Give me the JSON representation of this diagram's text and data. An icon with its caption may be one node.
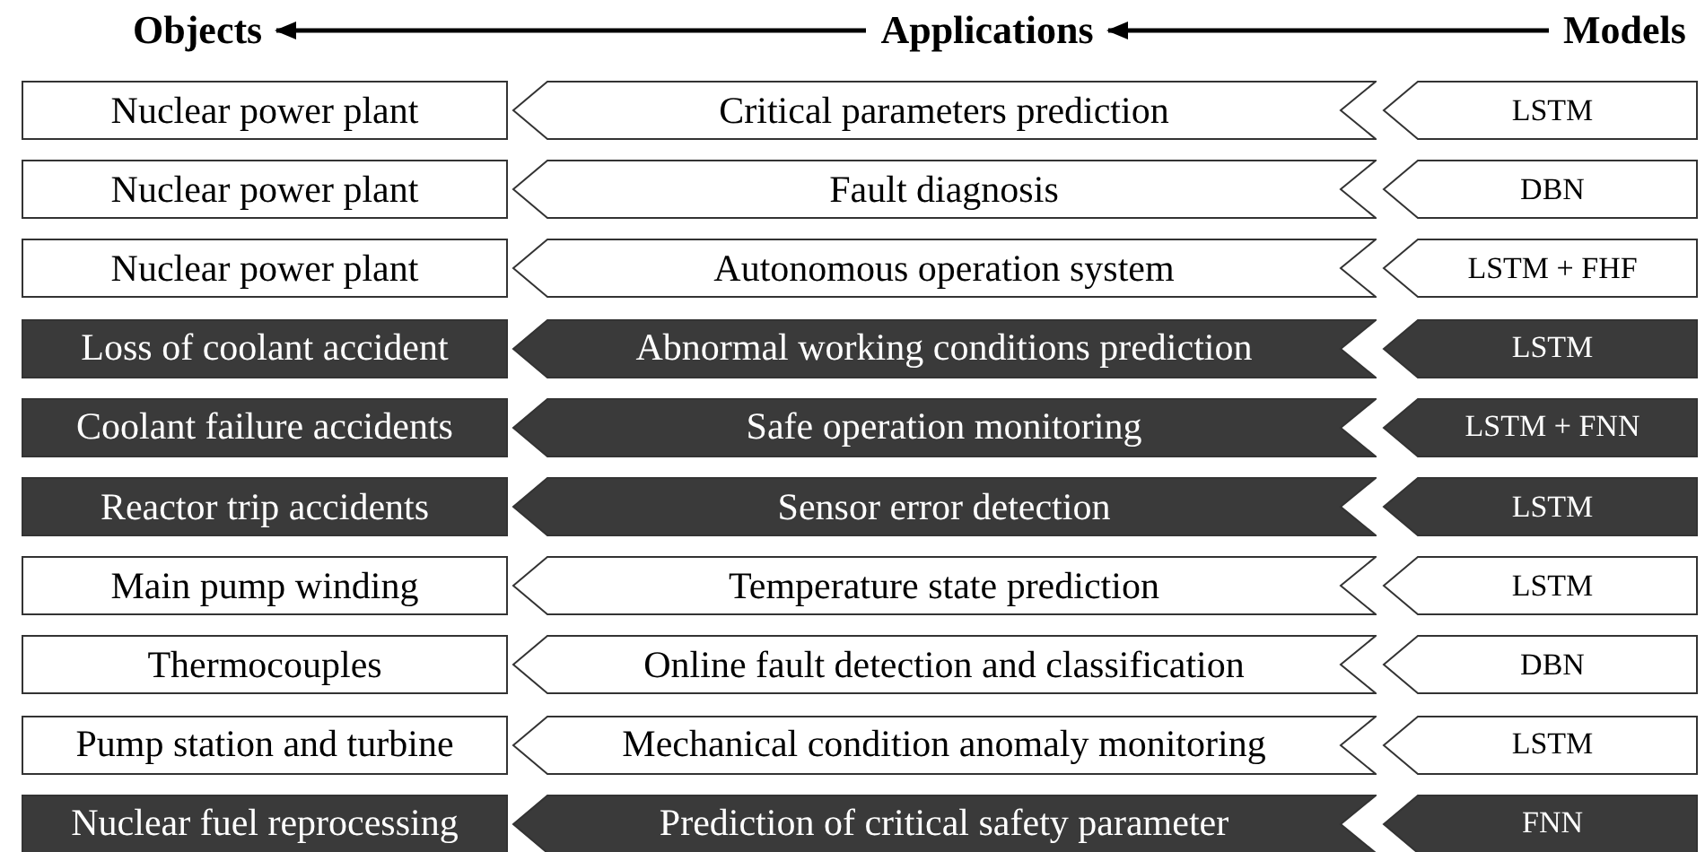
{
  "diagram": {
    "nodes": [
      {
        "text": [
          "Objects"
        ]
      },
      {
        "text": [
          "Applications"
        ]
      },
      {
        "text": [
          "Models"
        ]
      },
      {
        "text": [
          "Nuclear power plant"
        ]
      },
      {
        "text": [
          "Critical parameters prediction"
        ]
      },
      {
        "text": [
          "LSTM"
        ]
      },
      {
        "text": [
          "Nuclear power plant"
        ]
      },
      {
        "text": [
          "Fault diagnosis"
        ]
      },
      {
        "text": [
          "DBN"
        ]
      },
      {
        "text": [
          "Nuclear power plant"
        ]
      },
      {
        "text": [
          "Autonomous operation system"
        ]
      },
      {
        "text": [
          "LSTM + FHF"
        ]
      },
      {
        "text": [
          "Loss of coolant accident"
        ]
      },
      {
        "text": [
          "Abnormal working conditions prediction"
        ]
      },
      {
        "text": [
          "LSTM"
        ]
      },
      {
        "text": [
          "Coolant failure accidents"
        ]
      },
      {
        "text": [
          "Safe operation monitoring"
        ]
      },
      {
        "text": [
          "LSTM + FNN"
        ]
      },
      {
        "text": [
          "Reactor trip accidents"
        ]
      },
      {
        "text": [
          "Sensor error detection"
        ]
      },
      {
        "text": [
          "LSTM"
        ]
      },
      {
        "text": [
          "Main pump winding"
        ]
      },
      {
        "text": [
          "Temperature state prediction"
        ]
      },
      {
        "text": [
          "LSTM"
        ]
      },
      {
        "text": [
          "Thermocouples"
        ]
      },
      {
        "text": [
          "Online fault detection and classification"
        ]
      },
      {
        "text": [
          "DBN"
        ]
      },
      {
        "text": [
          "Pump station and turbine"
        ]
      },
      {
        "text": [
          "Mechanical condition anomaly monitoring"
        ]
      },
      {
        "text": [
          "LSTM"
        ]
      },
      {
        "text": [
          "Nuclear fuel reprocessing"
        ]
      },
      {
        "text": [
          "Prediction of critical safety parameter"
        ]
      },
      {
        "text": [
          "FNN"
        ]
      }
    ],
    "edges": [
      {
        "from": 1,
        "to": 0,
        "arrow": "to"
      },
      {
        "from": 2,
        "to": 1,
        "arrow": "to"
      }
    ]
  }
}
